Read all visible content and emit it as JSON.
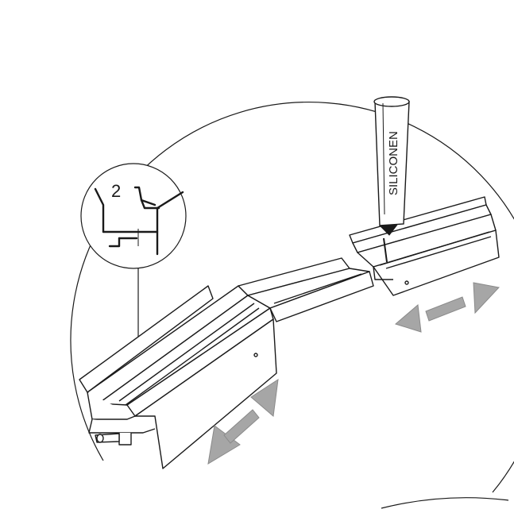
{
  "detail": {
    "step_number": "2"
  },
  "tube": {
    "label": "SILICONEN"
  },
  "colors": {
    "line": "#1a1a1a",
    "arrow_fill": "#a6a6a6",
    "background": "#ffffff"
  },
  "icons": {
    "arrows": "double-headed-arrow",
    "tube": "sealant-tube-icon"
  }
}
